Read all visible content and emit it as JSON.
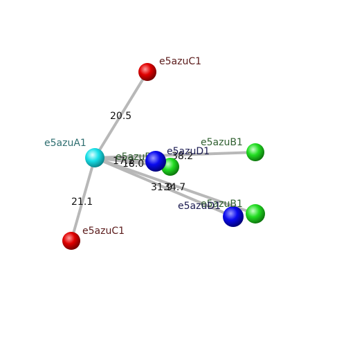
{
  "atoms": [
    {
      "id": "a1",
      "label": "e5azuA1",
      "color": "cyan",
      "label_color": "#2e6e70"
    },
    {
      "id": "c1_top",
      "label": "e5azuC1",
      "color": "red",
      "label_color": "#5a1a1a"
    },
    {
      "id": "c1_bot",
      "label": "e5azuC1",
      "color": "red",
      "label_color": "#5a1a1a"
    },
    {
      "id": "b1_right",
      "label": "e5azuB1",
      "color": "green",
      "label_color": "#2f5f2f"
    },
    {
      "id": "b1_low",
      "label": "e5azuB1",
      "color": "green",
      "label_color": "#2f5f2f"
    },
    {
      "id": "b1_mid",
      "label": "e5azuB1",
      "color": "green",
      "label_color": "#2f5f2f"
    },
    {
      "id": "d1_mid",
      "label": "e5azuD1",
      "color": "blue",
      "label_color": "#1a1a50"
    },
    {
      "id": "d1_low",
      "label": "e5azuD1",
      "color": "blue",
      "label_color": "#1a1a50"
    }
  ],
  "distances": [
    {
      "id": "a1-c1_top",
      "value": "20.5"
    },
    {
      "id": "a1-c1_bot",
      "value": "21.1"
    },
    {
      "id": "a1-d1_mid",
      "value": "17.2"
    },
    {
      "id": "a1-b1_mid",
      "value": "18.0"
    },
    {
      "id": "a1-b1_right",
      "value": "38.2"
    },
    {
      "id": "a1-d1_low",
      "value": "31.9"
    },
    {
      "id": "a1-b1_low",
      "value": "34.7"
    }
  ],
  "colors": {
    "cyan": "#19e0e8",
    "red": "#e00000",
    "green": "#22dd22",
    "blue": "#0a0aee",
    "bond": "#b8b8b8"
  }
}
